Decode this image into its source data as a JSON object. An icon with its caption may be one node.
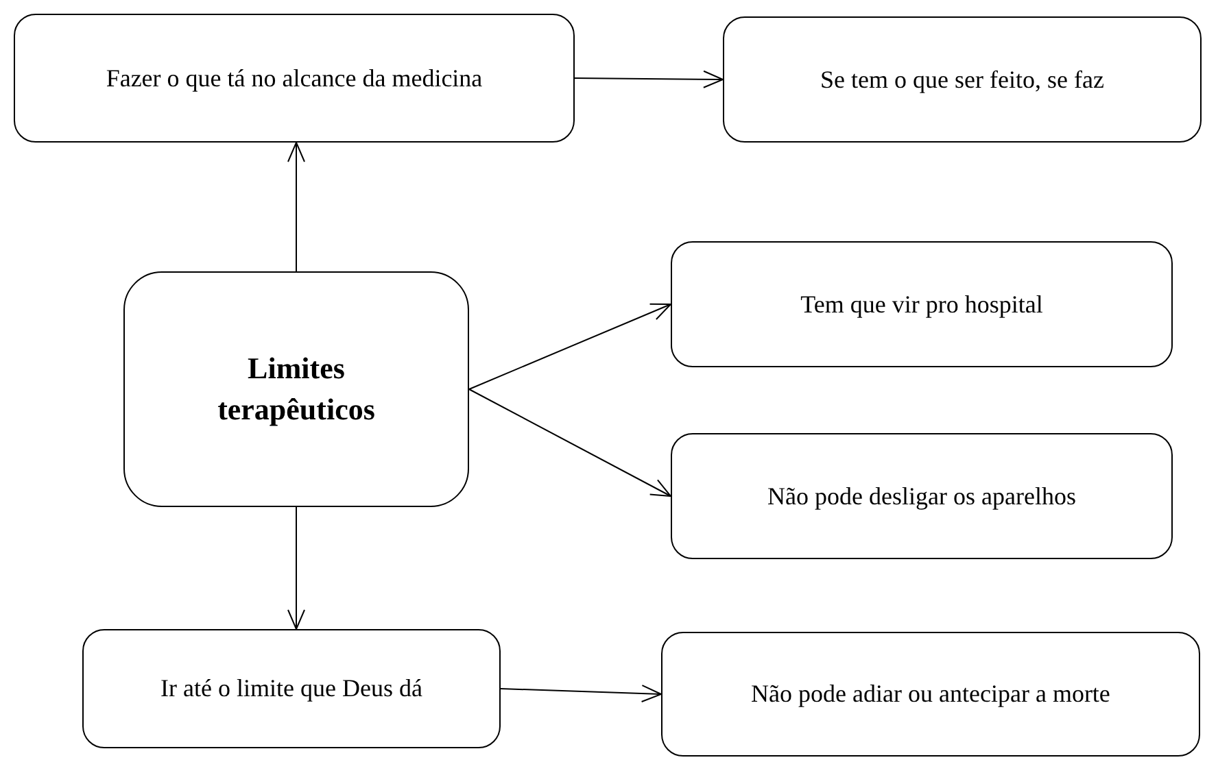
{
  "diagram": {
    "nodes": [
      {
        "text": [
          "Limites terapêuticos"
        ]
      },
      {
        "text": [
          "Fazer o que tá no alcance da medicina"
        ]
      },
      {
        "text": [
          "Se tem o que ser feito, se faz"
        ]
      },
      {
        "text": [
          "Tem que vir pro hospital"
        ]
      },
      {
        "text": [
          "Não pode desligar os aparelhos"
        ]
      },
      {
        "text": [
          "Ir até o limite que Deus dá"
        ]
      },
      {
        "text": [
          "Não pode adiar ou antecipar a morte"
        ]
      }
    ],
    "edges": [
      {
        "from": 0,
        "to": 1,
        "arrow": "to"
      },
      {
        "from": 1,
        "to": 2,
        "arrow": "to"
      },
      {
        "from": 0,
        "to": 3,
        "arrow": "to"
      },
      {
        "from": 0,
        "to": 4,
        "arrow": "to"
      },
      {
        "from": 0,
        "to": 5,
        "arrow": "to"
      },
      {
        "from": 5,
        "to": 6,
        "arrow": "to"
      }
    ]
  }
}
